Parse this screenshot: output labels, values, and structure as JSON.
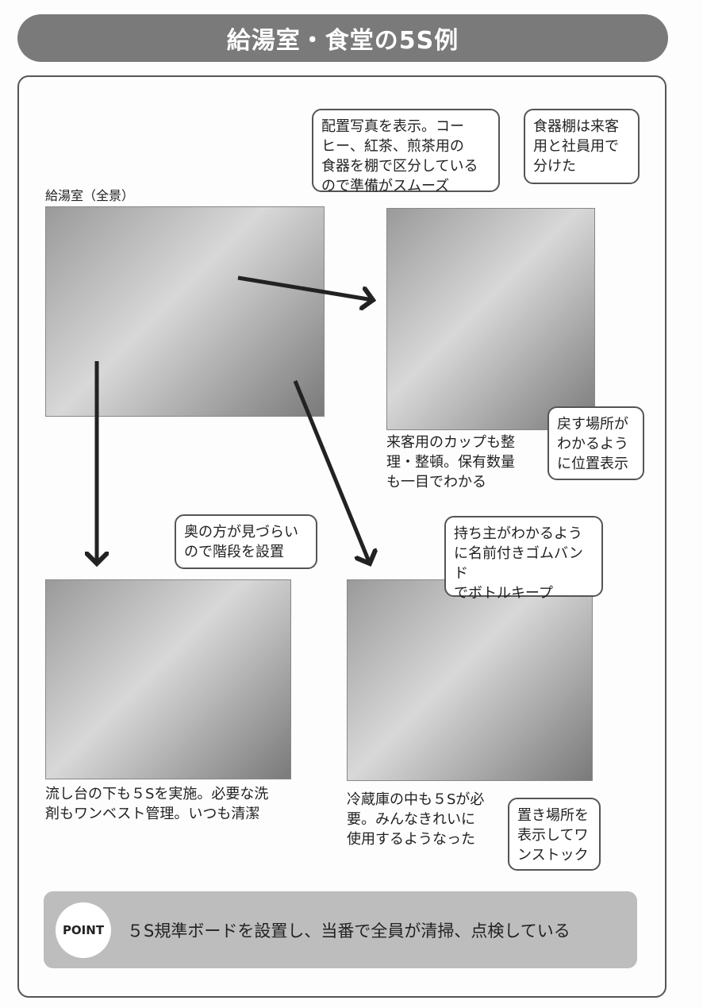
{
  "title": "給湯室・食堂の5S例",
  "photo1_label": "給湯室（全景）",
  "callouts": {
    "a": "配置写真を表示。コー\nヒー、紅茶、煎茶用の\n食器を棚で区分している\nので準備がスムーズ",
    "b": "食器棚は来客\n用と社員用で\n分けた",
    "c": "戻す場所が\nわかるよう\nに位置表示",
    "d": "奥の方が見づらい\nので階段を設置",
    "e": "持ち主がわかるよう\nに名前付きゴムバンド\nでボトルキープ",
    "f": "置き場所を\n表示してワ\nンストック"
  },
  "captions": {
    "cupboard": "来客用のカップも整\n理・整頓。保有数量\nも一目でわかる",
    "sink": "流し台の下も５Sを実施。必要な洗\n剤もワンベスト管理。いつも清潔",
    "fridge": "冷蔵庫の中も５Sが必\n要。みんなきれいに\n使用するようなった"
  },
  "point": {
    "badge": "POINT",
    "text": "５S規準ボードを設置し、当番で全員が清掃、点検している"
  }
}
